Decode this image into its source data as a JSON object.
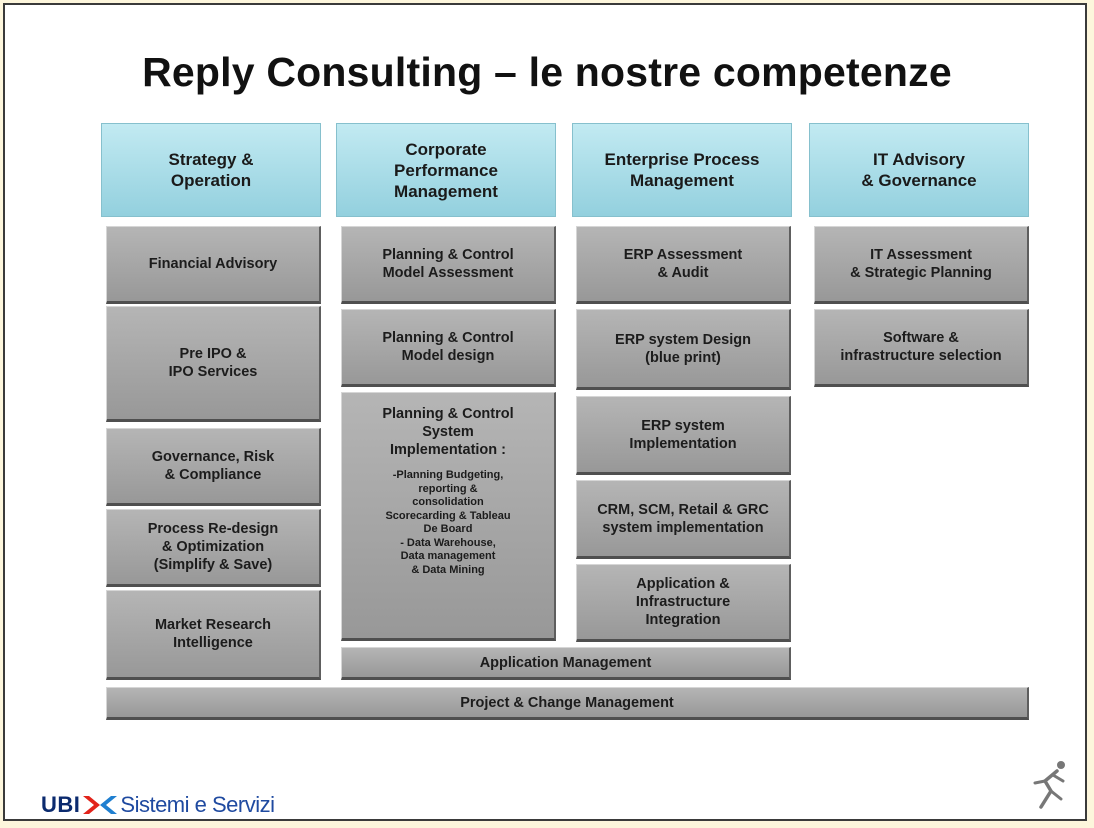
{
  "title": "Reply Consulting – le nostre competenze",
  "columns": [
    {
      "header": "Strategy &\nOperation",
      "items": [
        "Financial Advisory",
        "Pre IPO &\nIPO Services",
        "Governance, Risk\n& Compliance",
        "Process Re-design\n& Optimization\n(Simplify & Save)",
        "Market  Research\nIntelligence"
      ]
    },
    {
      "header": "Corporate\nPerformance\nManagement",
      "items": [
        "Planning & Control\nModel Assessment",
        "Planning & Control\nModel  design",
        "Planning & Control\nSystem\nImplementation :"
      ],
      "details": "-Planning Budgeting,\nreporting &\nconsolidation\nScorecarding & Tableau\nDe Board\n- Data Warehouse,\nData management\n& Data Mining"
    },
    {
      "header": "Enterprise Process\nManagement",
      "items": [
        "ERP Assessment\n& Audit",
        "ERP system Design\n(blue print)",
        "ERP system\nImplementation",
        "CRM, SCM, Retail & GRC\nsystem implementation",
        "Application &\nInfrastructure\nIntegration"
      ]
    },
    {
      "header": "IT Advisory\n& Governance",
      "items": [
        "IT Assessment\n& Strategic Planning",
        "Software &\ninfrastructure selection"
      ]
    }
  ],
  "application_management": "Application Management",
  "project_change": "Project & Change Management",
  "logo": {
    "left": "UBI",
    "right": "Sistemi e Servizi"
  },
  "colors": {
    "header_fill": "#a8dce8",
    "box_fill": "#a6a6a6",
    "logo_blue": "#1f4aa0",
    "logo_mark_red": "#e2231a",
    "logo_mark_blue": "#1f7fd0"
  }
}
